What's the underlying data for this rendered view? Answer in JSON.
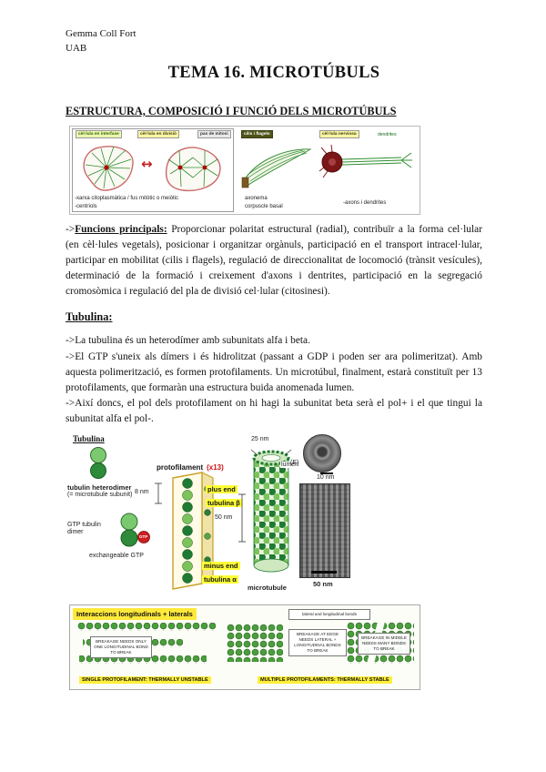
{
  "header": {
    "author": "Gemma Coll Fort",
    "org": "UAB"
  },
  "title": "TEMA 16. MICROTÚBULS",
  "section_estructura": {
    "heading": "ESTRUCTURA, COMPOSICIÓ I FUNCIÓ DELS MICROTÚBULS",
    "funcions": {
      "arrow": "->",
      "lead": "Funcions principals:",
      "body": " Proporcionar polaritat estructural (radial), contribuïr a la forma cel·lular (en cèl·lules vegetals), posicionar i organitzar orgànuls, participació en el transport intracel·lular, participar en mobilitat (cilis i flagels), regulació de direccionalitat de locomoció (trànsit vesícules), determinació de la formació i creixement d'axons i dentrites, participació en la segregació cromosòmica i regulació del pla de divisió cel·lular (citosinesi)."
    }
  },
  "figure_cells": {
    "label_interfase": "cèl·lula en interfase",
    "label_divisio": "cèl·lula en divisió",
    "label_pas": "pas de mitosi",
    "arrow": "↔",
    "caption_xarxa": "-xarxa citoplasmàtica / fus mitòtic o meiòtic",
    "caption_centriols": "-centríols",
    "label_cilis": "cilis i flagels",
    "caption_axonema": "axonema",
    "caption_corpuscle": "corpuscle basal",
    "label_nervioses": "cèl·lula nerviosa",
    "label_dendrites": "dendrites",
    "caption_axons": "-axons i dendrites"
  },
  "section_tubulina": {
    "heading": "Tubulina:",
    "p1": "->La tubulina és un heterodímer amb subunitats alfa i beta.",
    "p2": "->El GTP s'uneix als dímers i és hidrolitzat (passant a GDP i poden ser ara polimeritzat). Amb aquesta polimerització, es formen protofilaments. Un microtúbul, finalment, estarà constituït per 13 protofilaments, que formaràn una estructura buida anomenada lumen.",
    "p3": "->Així doncs, el pol dels protofilament on hi hagi la subunitat beta serà el pol+ i el que tingui la subunitat alfa el pol-."
  },
  "figure_tubulina": {
    "title": "Tubulina",
    "heterodimer_line1": "tubulin heterodimer",
    "heterodimer_line2": "(= microtubule subunit)",
    "gtp_dimer": "GTP tubulin dimer",
    "gtp": "GTP",
    "exchangeable": "exchangeable GTP",
    "protofilament": "protofilament",
    "x13": "(x13)",
    "nm8": "8 nm",
    "plus_end": "plus end",
    "tubulina_beta": "tubulina β",
    "minus_end": "minus end",
    "tubulina_alfa": "tubulina α",
    "nm25": "25 nm",
    "lumen": "lumen",
    "nm50_bracket": "50 nm",
    "microtubule": "microtubule",
    "em_e": "(E)",
    "em_10nm": "10 nm",
    "em_50nm": "50 nm"
  },
  "figure_interaccions": {
    "banner": "Interaccions longitudinals + laterals",
    "box_bonds": "lateral and longitudinal bonds",
    "box_single": "BREAKAGE NEEDS ONLY ONE LONGITUDINAL BOND TO BREAK",
    "box_edge": "BREAKAGE AT EDGE NEEDS LATERAL + LONGITUDINAL BONDS TO BREAK",
    "box_middle": "BREAKAGE IN MIDDLE NEEDS MANY BONDS TO BREAK",
    "caption_single": "SINGLE PROTOFILAMENT: THERMALLY UNSTABLE",
    "caption_multiple": "MULTIPLE PROTOFILAMENTS: THERMALLY STABLE"
  }
}
